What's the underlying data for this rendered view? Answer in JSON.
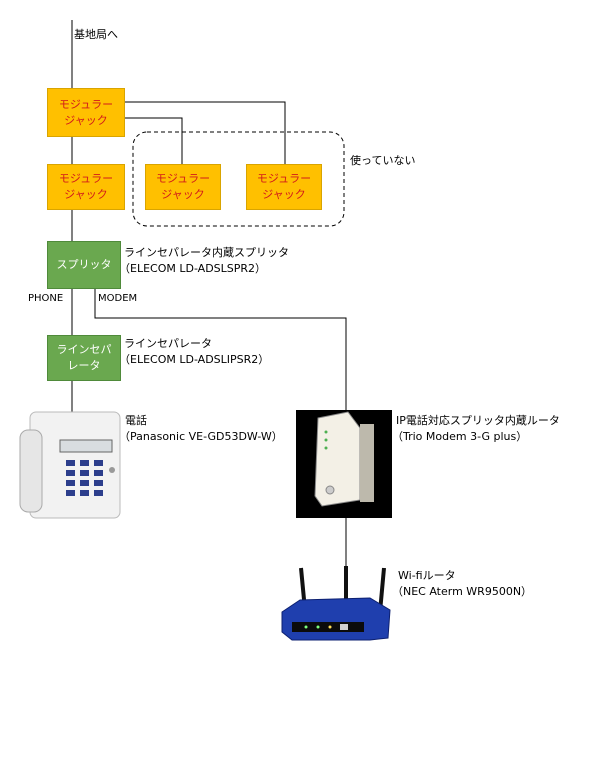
{
  "top_label": "基地局へ",
  "modular_jack_label": "モジュラー\nジャック",
  "jack_main": "モジュラー\nジャック",
  "jack_second": "モジュラー\nジャック",
  "jack_unused_1": "モジュラー\nジャック",
  "jack_unused_2": "モジュラー\nジャック",
  "unused_label": "使っていない",
  "splitter": {
    "box": "スプリッタ",
    "name": "ラインセパレータ内蔵スプリッタ",
    "model": "（ELECOM LD-ADSLSPR2）",
    "port_phone": "PHONE",
    "port_modem": "MODEM"
  },
  "separator": {
    "box": "ラインセパ\nレータ",
    "name": "ラインセパレータ",
    "model": "（ELECOM LD-ADSLIPSR2）"
  },
  "phone": {
    "name": "電話",
    "model": "（Panasonic VE-GD53DW-W）"
  },
  "router_ip": {
    "name": "IP電話対応スプリッタ内蔵ルータ",
    "model": "（Trio Modem 3-G plus）"
  },
  "router_wifi": {
    "name": "Wi-fiルータ",
    "model": "（NEC Aterm WR9500N）"
  },
  "colors": {
    "jack_fill": "#ffc000",
    "jack_text": "#d21a1a",
    "splitter_fill": "#6aa84f"
  }
}
